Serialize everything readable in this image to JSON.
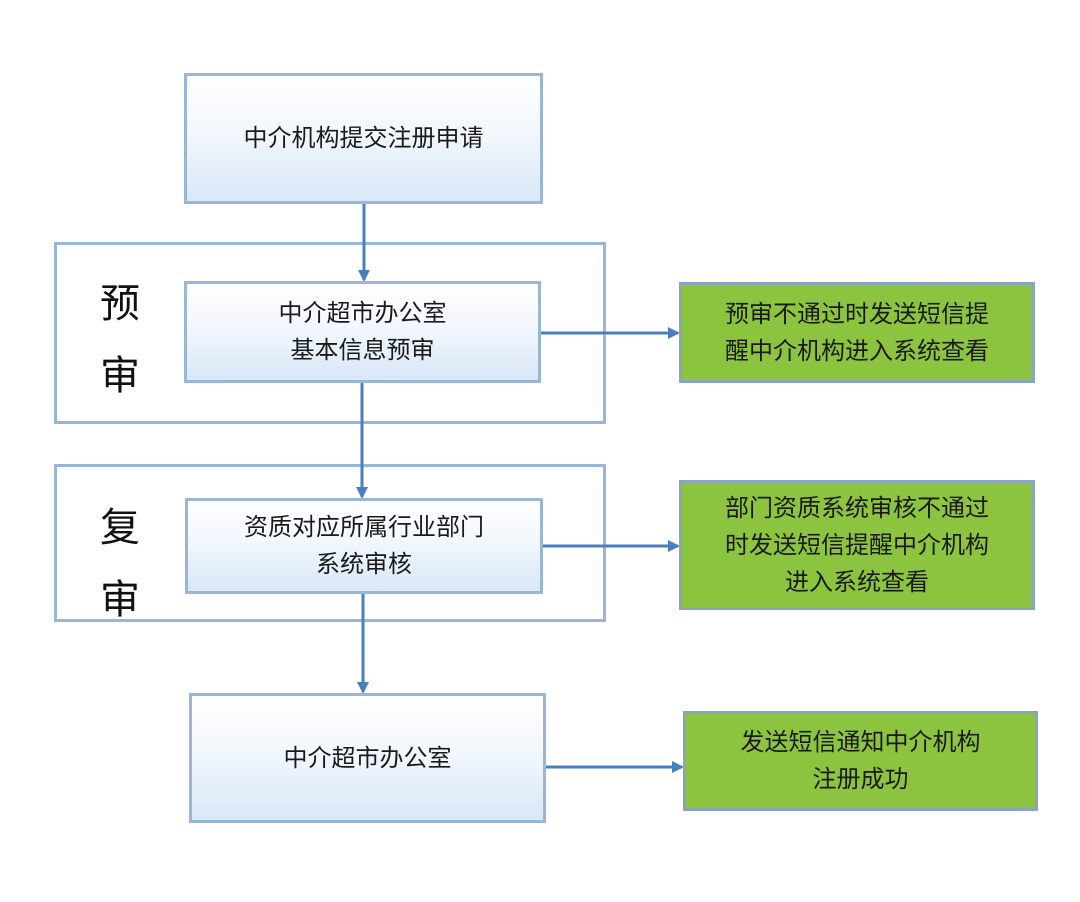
{
  "colors": {
    "step_border": "#9ab6d6",
    "step_fill_top": "#ffffff",
    "step_fill_bottom": "#d9e7f6",
    "note_fill": "#8cc43f",
    "note_border": "#8aa3bf",
    "arrow": "#4a7fbd",
    "stage_frame": "#9ab6d6"
  },
  "stages": {
    "pre_review": {
      "label": "预\n审"
    },
    "re_review": {
      "label": "复\n审"
    }
  },
  "steps": {
    "submit": "中介机构提交注册申请",
    "pre_review": "中介超市办公室\n基本信息预审",
    "re_review": "资质对应所属行业部门\n系统审核",
    "final": "中介超市办公室"
  },
  "notes": {
    "pre_review_fail": "预审不通过时发送短信提\n醒中介机构进入系统查看",
    "re_review_fail": "部门资质系统审核不通过\n时发送短信提醒中介机构\n进入系统查看",
    "success": "发送短信通知中介机构\n注册成功"
  }
}
